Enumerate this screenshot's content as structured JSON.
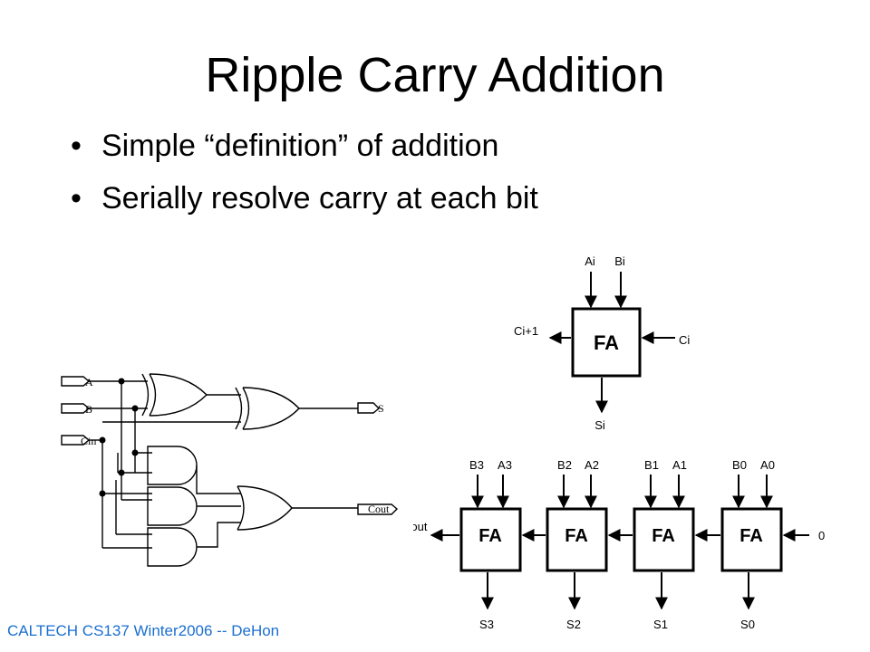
{
  "slide": {
    "title": "Ripple Carry Addition",
    "bullets": [
      "Simple “definition” of addition",
      "Serially resolve carry at each bit"
    ],
    "footer": "CALTECH CS137 Winter2006 -- DeHon"
  },
  "gate_circuit": {
    "inputs": [
      "A",
      "B",
      "Cin"
    ],
    "outputs": [
      "S",
      "Cout"
    ]
  },
  "fa_cell": {
    "label": "FA",
    "inputs_top": [
      "Ai",
      "Bi"
    ],
    "carry_in": "Ci",
    "carry_out": "Ci+1",
    "sum": "Si"
  },
  "ripple_chain": {
    "cells": [
      {
        "label": "FA",
        "b": "B3",
        "a": "A3",
        "sum": "S3"
      },
      {
        "label": "FA",
        "b": "B2",
        "a": "A2",
        "sum": "S2"
      },
      {
        "label": "FA",
        "b": "B1",
        "a": "A1",
        "sum": "S1"
      },
      {
        "label": "FA",
        "b": "B0",
        "a": "A0",
        "sum": "S0"
      }
    ],
    "carry_in_value": "0",
    "carry_out_label": "Cout"
  }
}
